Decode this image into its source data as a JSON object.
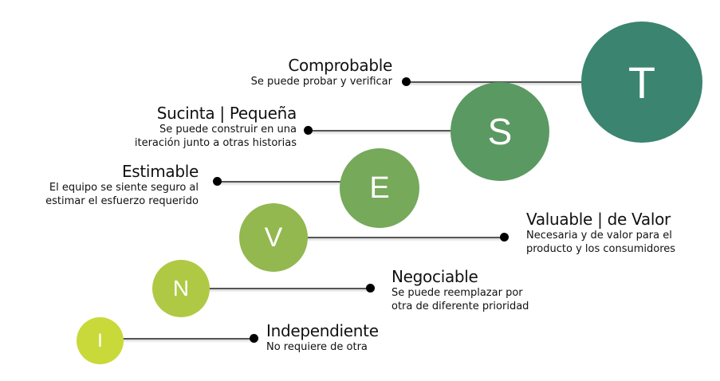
{
  "items": [
    {
      "letter": "I",
      "title": "Independiente",
      "subtitle": "No requiere de otra",
      "color": "#c9d93a"
    },
    {
      "letter": "N",
      "title": "Negociable",
      "subtitle": "Se puede reemplazar por\notra de diferente prioridad",
      "color": "#b0c944"
    },
    {
      "letter": "V",
      "title": "Valuable | de Valor",
      "subtitle": "Necesaria y de valor para el\nproducto y los consumidores",
      "color": "#93b84f"
    },
    {
      "letter": "E",
      "title": "Estimable",
      "subtitle": "El equipo se siente seguro al\nestimar el esfuerzo requerido",
      "color": "#76a95a"
    },
    {
      "letter": "S",
      "title": "Sucinta | Pequeña",
      "subtitle": "Se puede construir en una\niteración junto a otras historias",
      "color": "#5a9a62"
    },
    {
      "letter": "T",
      "title": "Comprobable",
      "subtitle": "Se puede probar y verificar",
      "color": "#3a8470"
    }
  ]
}
